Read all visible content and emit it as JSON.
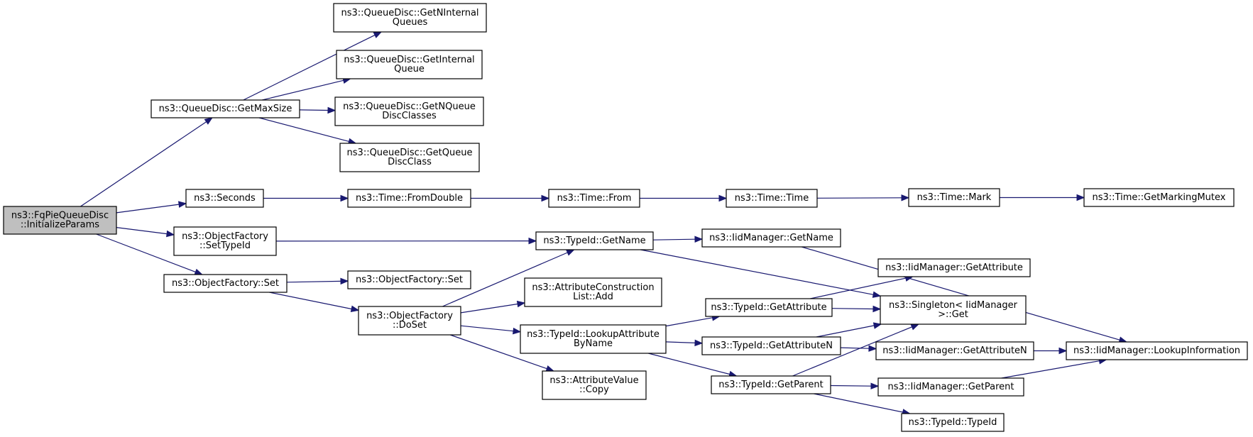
{
  "diagram": {
    "type": "call-graph",
    "colors": {
      "edge": "#191970",
      "root_fill": "#bfbfbf",
      "node_fill": "#ffffff",
      "border": "#000000"
    },
    "nodes": [
      {
        "id": "root",
        "lines": [
          "ns3::FqPieQueueDisc",
          "::InitializeParams"
        ]
      },
      {
        "id": "getmaxsize",
        "lines": [
          "ns3::QueueDisc::GetMaxSize"
        ]
      },
      {
        "id": "getninternalqueues",
        "lines": [
          "ns3::QueueDisc::GetNInternal",
          "Queues"
        ]
      },
      {
        "id": "getinternalqueue",
        "lines": [
          "ns3::QueueDisc::GetInternal",
          "Queue"
        ]
      },
      {
        "id": "getnqueuedisc",
        "lines": [
          "ns3::QueueDisc::GetNQueue",
          "DiscClasses"
        ]
      },
      {
        "id": "getqueuedisc",
        "lines": [
          "ns3::QueueDisc::GetQueue",
          "DiscClass"
        ]
      },
      {
        "id": "seconds",
        "lines": [
          "ns3::Seconds"
        ]
      },
      {
        "id": "fromdouble",
        "lines": [
          "ns3::Time::FromDouble"
        ]
      },
      {
        "id": "from",
        "lines": [
          "ns3::Time::From"
        ]
      },
      {
        "id": "time",
        "lines": [
          "ns3::Time::Time"
        ]
      },
      {
        "id": "mark",
        "lines": [
          "ns3::Time::Mark"
        ]
      },
      {
        "id": "getmarkingmutex",
        "lines": [
          "ns3::Time::GetMarkingMutex"
        ]
      },
      {
        "id": "settypeid",
        "lines": [
          "ns3::ObjectFactory",
          "::SetTypeId"
        ]
      },
      {
        "id": "getname",
        "lines": [
          "ns3::TypeId::GetName"
        ]
      },
      {
        "id": "iidgetname",
        "lines": [
          "ns3::IidManager::GetName"
        ]
      },
      {
        "id": "set1",
        "lines": [
          "ns3::ObjectFactory::Set"
        ]
      },
      {
        "id": "set2",
        "lines": [
          "ns3::ObjectFactory::Set"
        ]
      },
      {
        "id": "doset",
        "lines": [
          "ns3::ObjectFactory",
          "::DoSet"
        ]
      },
      {
        "id": "acladd",
        "lines": [
          "ns3::AttributeConstruction",
          "List::Add"
        ]
      },
      {
        "id": "lookupattr",
        "lines": [
          "ns3::TypeId::LookupAttribute",
          "ByName"
        ]
      },
      {
        "id": "avcopy",
        "lines": [
          "ns3::AttributeValue",
          "::Copy"
        ]
      },
      {
        "id": "getattribute",
        "lines": [
          "ns3::TypeId::GetAttribute"
        ]
      },
      {
        "id": "getattributen",
        "lines": [
          "ns3::TypeId::GetAttributeN"
        ]
      },
      {
        "id": "getparent",
        "lines": [
          "ns3::TypeId::GetParent"
        ]
      },
      {
        "id": "iidgetattribute",
        "lines": [
          "ns3::IidManager::GetAttribute"
        ]
      },
      {
        "id": "singletonget",
        "lines": [
          "ns3::Singleton< IidManager",
          ">::Get"
        ]
      },
      {
        "id": "iidgetattributen",
        "lines": [
          "ns3::IidManager::GetAttributeN"
        ]
      },
      {
        "id": "iidgetparent",
        "lines": [
          "ns3::IidManager::GetParent"
        ]
      },
      {
        "id": "typeidctor",
        "lines": [
          "ns3::TypeId::TypeId"
        ]
      },
      {
        "id": "lookupinfo",
        "lines": [
          "ns3::IidManager::LookupInformation"
        ]
      }
    ],
    "edges": [
      {
        "from": "root",
        "to": "getmaxsize"
      },
      {
        "from": "root",
        "to": "seconds"
      },
      {
        "from": "root",
        "to": "settypeid"
      },
      {
        "from": "root",
        "to": "set1"
      },
      {
        "from": "getmaxsize",
        "to": "getninternalqueues"
      },
      {
        "from": "getmaxsize",
        "to": "getinternalqueue"
      },
      {
        "from": "getmaxsize",
        "to": "getnqueuedisc"
      },
      {
        "from": "getmaxsize",
        "to": "getqueuedisc"
      },
      {
        "from": "seconds",
        "to": "fromdouble"
      },
      {
        "from": "fromdouble",
        "to": "from"
      },
      {
        "from": "from",
        "to": "time"
      },
      {
        "from": "time",
        "to": "mark"
      },
      {
        "from": "mark",
        "to": "getmarkingmutex"
      },
      {
        "from": "settypeid",
        "to": "getname"
      },
      {
        "from": "getname",
        "to": "iidgetname"
      },
      {
        "from": "getname",
        "to": "singletonget"
      },
      {
        "from": "iidgetname",
        "to": "lookupinfo"
      },
      {
        "from": "set1",
        "to": "set2"
      },
      {
        "from": "set1",
        "to": "doset"
      },
      {
        "from": "doset",
        "to": "getname"
      },
      {
        "from": "doset",
        "to": "acladd"
      },
      {
        "from": "doset",
        "to": "lookupattr"
      },
      {
        "from": "doset",
        "to": "avcopy"
      },
      {
        "from": "lookupattr",
        "to": "getattribute"
      },
      {
        "from": "lookupattr",
        "to": "getattributen"
      },
      {
        "from": "lookupattr",
        "to": "getparent"
      },
      {
        "from": "getattribute",
        "to": "iidgetattribute"
      },
      {
        "from": "getattribute",
        "to": "singletonget"
      },
      {
        "from": "getattributen",
        "to": "singletonget"
      },
      {
        "from": "getattributen",
        "to": "iidgetattributen"
      },
      {
        "from": "getparent",
        "to": "singletonget"
      },
      {
        "from": "getparent",
        "to": "iidgetparent"
      },
      {
        "from": "getparent",
        "to": "typeidctor"
      },
      {
        "from": "iidgetattributen",
        "to": "lookupinfo"
      },
      {
        "from": "iidgetparent",
        "to": "lookupinfo"
      }
    ]
  }
}
